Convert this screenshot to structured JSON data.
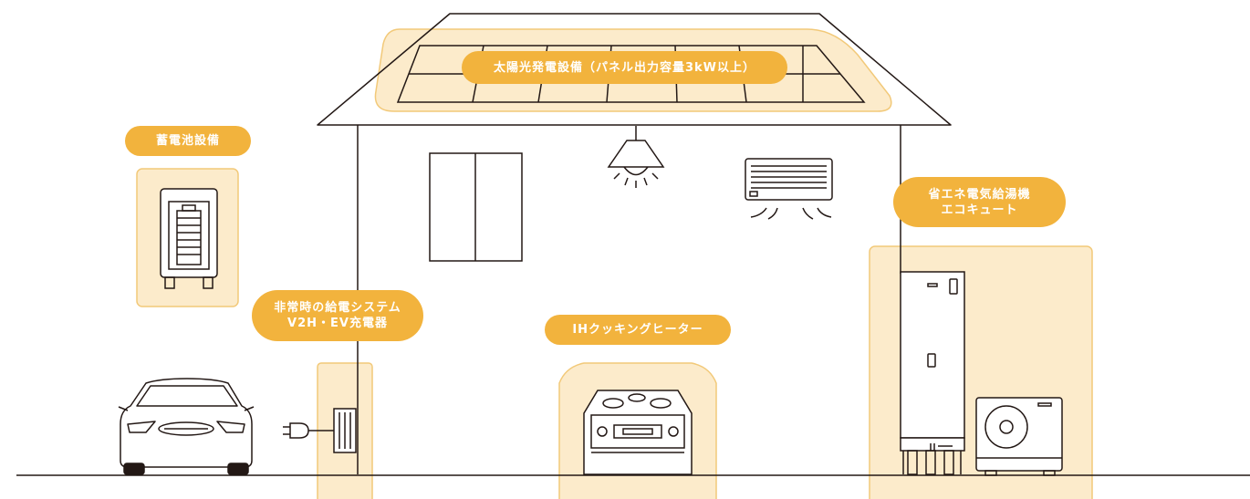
{
  "colors": {
    "accent": "#F2B33D",
    "highlight_fill": "#FCEBCB",
    "highlight_stroke": "#F2C979",
    "line": "#231815"
  },
  "labels": {
    "solar": "太陽光発電設備（パネル出力容量3kW以上）",
    "battery": "蓄電池設備",
    "v2h_line1": "非常時の給電システム",
    "v2h_line2": "V2H・EV充電器",
    "ih": "IHクッキングヒーター",
    "ecocute_line1": "省エネ電気給湯機",
    "ecocute_line2": "エコキュート"
  },
  "icons": [
    "car-icon",
    "plug-icon",
    "battery-icon",
    "lamp-icon",
    "air-conditioner-icon",
    "window-icon",
    "ih-cooker-icon",
    "water-heater-icon",
    "heat-pump-icon",
    "solar-panel-icon"
  ]
}
